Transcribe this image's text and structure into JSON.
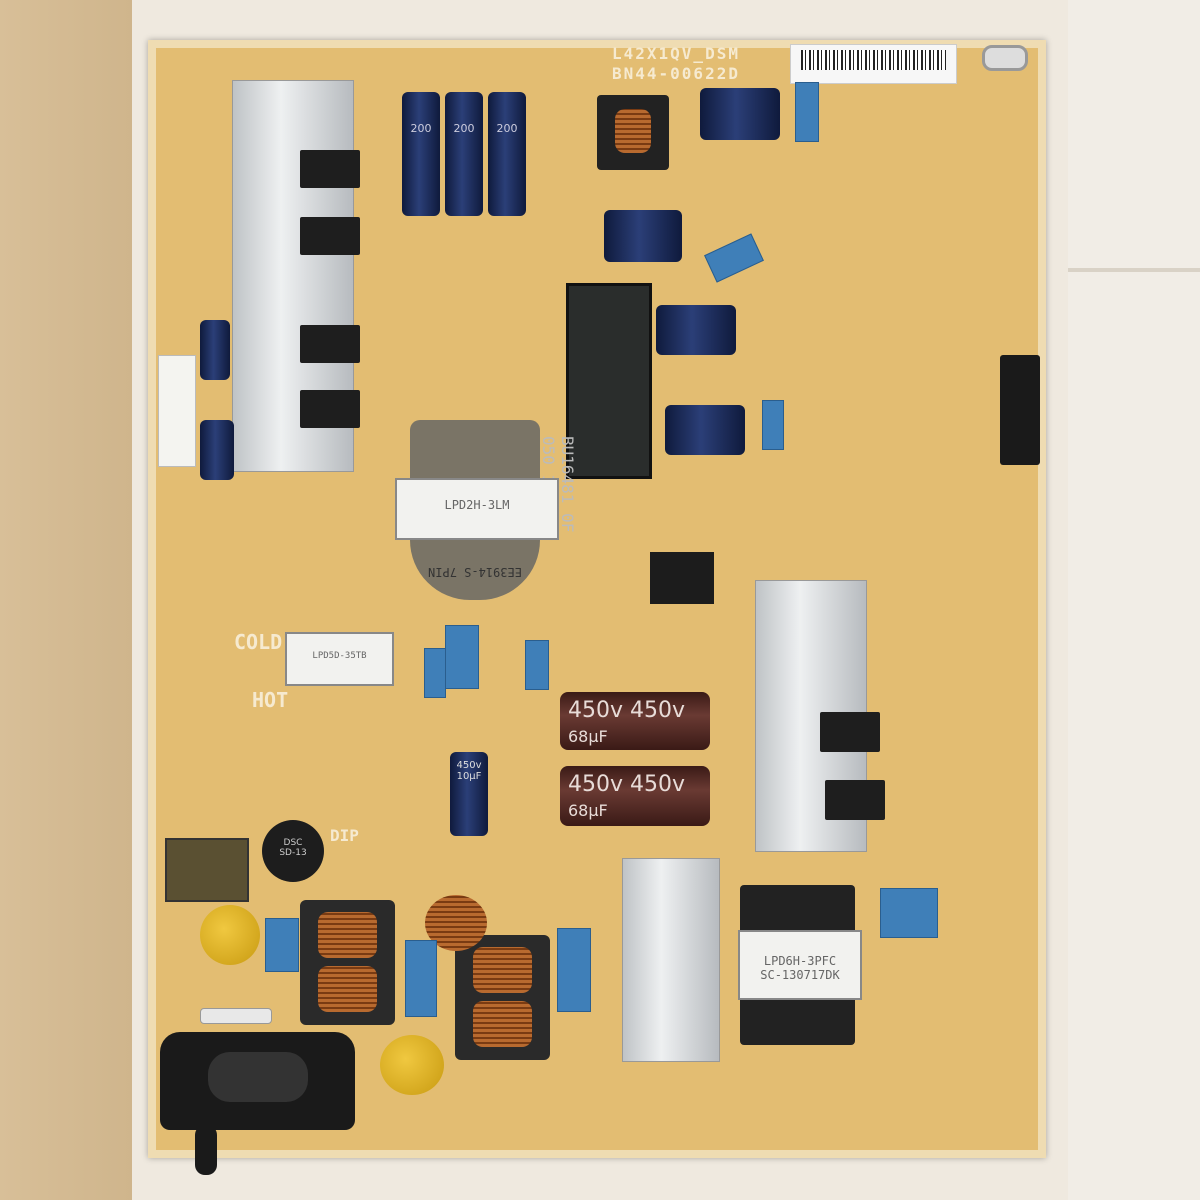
{
  "board": {
    "model": "L42X1QV_DSM",
    "part_number": "BN44-00622D",
    "zone_cold": "COLD",
    "zone_hot": "HOT",
    "dip_marking": "DIP"
  },
  "main_transformer": {
    "label": "LPD2H-3LM",
    "core": "EE3914-S 7PIN"
  },
  "standby_transformer": {
    "label": "LPD5D-35TB"
  },
  "pfc_transformer": {
    "label": "LPD6H-3PFC",
    "code": "SC-130717DK"
  },
  "ic": {
    "line1": "BU16481 0F",
    "line2": "050 1330D"
  },
  "bulk_caps": {
    "voltage": "450v",
    "capacitance": "68µF"
  },
  "small_hv_cap": {
    "voltage": "450v",
    "capacitance": "10µF"
  },
  "thermistor": {
    "line1": "DSC",
    "line2": "SD-13"
  },
  "top_caps": {
    "value": "200"
  }
}
